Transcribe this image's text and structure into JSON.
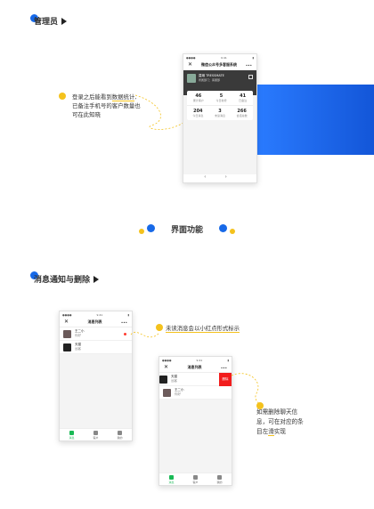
{
  "section1": {
    "title": "管理员"
  },
  "section2": {
    "title": "界面功能"
  },
  "section3": {
    "title": "消息通知与删除"
  },
  "note1": {
    "l1a": "登录之后能看到",
    "l1b": "数据统计",
    "l1c": ",",
    "l2": "已备注手机号的客户数量也",
    "l3": "可在此知晓"
  },
  "note2": {
    "text": "未读消息会以小红点形式标示"
  },
  "note3": {
    "l1": "如需删除聊天信",
    "l2": "息，可在对应的条",
    "l3a": "目左",
    "l3b": "滑",
    "l3c": "实现"
  },
  "phone1": {
    "title": "微信公众号多客服系统",
    "user_name": "莫琳 TRESSMATE",
    "user_sub": "所属部门：客服部",
    "stats_row1": [
      {
        "v": "46",
        "l": "累计客户"
      },
      {
        "v": "5",
        "l": "今日新增"
      },
      {
        "v": "41",
        "l": "已备注"
      }
    ],
    "stats_row2": [
      {
        "v": "204",
        "l": "今日消息"
      },
      {
        "v": "3",
        "l": "未读消息"
      },
      {
        "v": "266",
        "l": "会话总数"
      }
    ],
    "bottom_nav": "‹ ›"
  },
  "phone2": {
    "title": "消息列表",
    "rows": [
      {
        "name": "王二小",
        "msg": "你好"
      },
      {
        "name": "天猫",
        "msg": "远客"
      }
    ],
    "tabs": [
      "消息",
      "客户",
      "我的"
    ]
  },
  "phone3": {
    "title": "消息列表",
    "rows": [
      {
        "name": "天猫",
        "msg": "远客"
      },
      {
        "name": "王二小",
        "msg": "你好"
      }
    ],
    "delete_label": "删除",
    "tabs": [
      "消息",
      "客户",
      "我的"
    ]
  },
  "colors": {
    "accent_blue": "#1769e8",
    "accent_yellow": "#f4c21d",
    "unread_red": "#ff3b30",
    "delete_red": "#f21d1d",
    "tab_green": "#19b955"
  }
}
